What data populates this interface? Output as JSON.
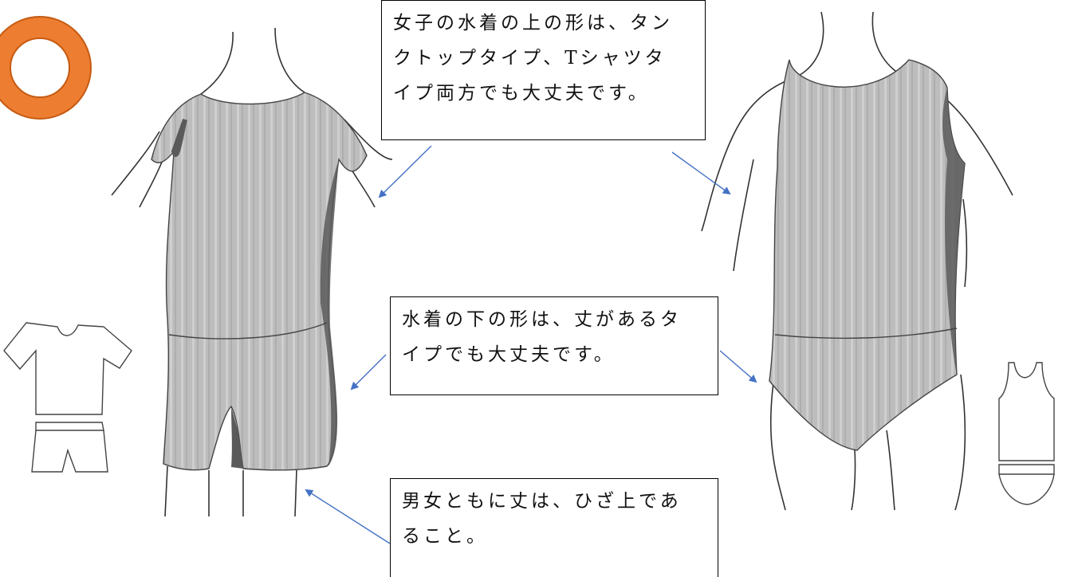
{
  "badge": {
    "shape": "ring",
    "color": "#ED7D31",
    "stroke": "#C55A11"
  },
  "callouts": [
    {
      "id": "shirt-shape",
      "text": "女子の水着の上の形は、タンクトップタイプ、Tシャツタイプ両方でも大丈夫です。",
      "lines": [
        "女子の水着の上の形は、タン",
        "クトップタイプ、Tシャツタ",
        "イプ両方でも大丈夫です。"
      ]
    },
    {
      "id": "bottom-shape",
      "text": "水着の下の形は、丈があるタイプでも大丈夫です。",
      "lines": [
        "水着の下の形は、丈があるタ",
        "イプでも大丈夫です。"
      ]
    },
    {
      "id": "length",
      "text": "男女ともに丈は、ひざ上であること。",
      "lines": [
        "男女ともに丈は、ひざ上であ",
        "ること。"
      ]
    }
  ],
  "colors": {
    "arrow": "#4472C4",
    "suit_fill": "#bdbdbd",
    "suit_shade": "#5a5a5a",
    "line": "#333333"
  }
}
